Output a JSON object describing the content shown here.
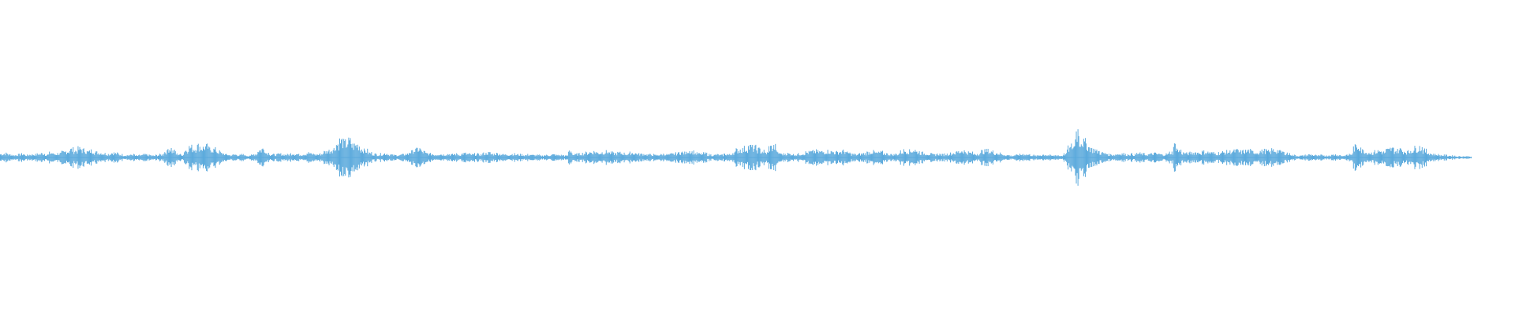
{
  "waveform": {
    "color": "#5aa9dc",
    "peaks": [
      0.06,
      0.07,
      0.05,
      0.04,
      0.05,
      0.06,
      0.04,
      0.05,
      0.05,
      0.06,
      0.07,
      0.05,
      0.08,
      0.06,
      0.07,
      0.09,
      0.11,
      0.14,
      0.12,
      0.15,
      0.13,
      0.1,
      0.12,
      0.09,
      0.08,
      0.07,
      0.06,
      0.08,
      0.07,
      0.05,
      0.04,
      0.04,
      0.05,
      0.03,
      0.04,
      0.05,
      0.04,
      0.03,
      0.04,
      0.05,
      0.1,
      0.16,
      0.11,
      0.06,
      0.05,
      0.13,
      0.18,
      0.16,
      0.2,
      0.17,
      0.19,
      0.15,
      0.14,
      0.1,
      0.07,
      0.05,
      0.04,
      0.05,
      0.04,
      0.05,
      0.03,
      0.04,
      0.06,
      0.13,
      0.15,
      0.08,
      0.05,
      0.05,
      0.06,
      0.05,
      0.05,
      0.07,
      0.06,
      0.05,
      0.06,
      0.08,
      0.06,
      0.05,
      0.06,
      0.1,
      0.12,
      0.15,
      0.24,
      0.29,
      0.25,
      0.28,
      0.21,
      0.22,
      0.15,
      0.12,
      0.08,
      0.06,
      0.05,
      0.06,
      0.07,
      0.05,
      0.04,
      0.04,
      0.05,
      0.06,
      0.1,
      0.13,
      0.15,
      0.1,
      0.07,
      0.06,
      0.05,
      0.06,
      0.05,
      0.06,
      0.05,
      0.06,
      0.05,
      0.07,
      0.06,
      0.05,
      0.06,
      0.05,
      0.07,
      0.08,
      0.06,
      0.07,
      0.06,
      0.05,
      0.05,
      0.06,
      0.05,
      0.05,
      0.04,
      0.05,
      0.04,
      0.04,
      0.03,
      0.04,
      0.04,
      0.05,
      0.04,
      0.04,
      0.03,
      0.12,
      0.05,
      0.06,
      0.07,
      0.08,
      0.09,
      0.1,
      0.08,
      0.09,
      0.1,
      0.08,
      0.07,
      0.08,
      0.07,
      0.06,
      0.08,
      0.07,
      0.06,
      0.06,
      0.05,
      0.05,
      0.04,
      0.05,
      0.06,
      0.05,
      0.06,
      0.07,
      0.09,
      0.08,
      0.12,
      0.1,
      0.07,
      0.06,
      0.07,
      0.05,
      0.04,
      0.05,
      0.04,
      0.06,
      0.05,
      0.09,
      0.13,
      0.14,
      0.16,
      0.19,
      0.17,
      0.14,
      0.11,
      0.08,
      0.18,
      0.19,
      0.08,
      0.06,
      0.07,
      0.06,
      0.05,
      0.06,
      0.07,
      0.09,
      0.1,
      0.11,
      0.1,
      0.1,
      0.11,
      0.1,
      0.09,
      0.1,
      0.11,
      0.08,
      0.06,
      0.05,
      0.06,
      0.07,
      0.09,
      0.1,
      0.08,
      0.09,
      0.07,
      0.06,
      0.05,
      0.06,
      0.1,
      0.12,
      0.11,
      0.13,
      0.1,
      0.08,
      0.07,
      0.06,
      0.05,
      0.06,
      0.05,
      0.06,
      0.07,
      0.08,
      0.1,
      0.12,
      0.09,
      0.08,
      0.06,
      0.07,
      0.11,
      0.12,
      0.1,
      0.08,
      0.07,
      0.05,
      0.04,
      0.03,
      0.04,
      0.05,
      0.06,
      0.05,
      0.04,
      0.03,
      0.04,
      0.05,
      0.04,
      0.03,
      0.04,
      0.03,
      0.06,
      0.16,
      0.2,
      0.48,
      0.3,
      0.26,
      0.18,
      0.14,
      0.11,
      0.08,
      0.07,
      0.05,
      0.05,
      0.06,
      0.07,
      0.05,
      0.06,
      0.05,
      0.07,
      0.06,
      0.05,
      0.06,
      0.07,
      0.06,
      0.05,
      0.06,
      0.09,
      0.21,
      0.12,
      0.08,
      0.07,
      0.08,
      0.09,
      0.08,
      0.1,
      0.09,
      0.08,
      0.07,
      0.08,
      0.09,
      0.1,
      0.11,
      0.12,
      0.1,
      0.11,
      0.12,
      0.1,
      0.09,
      0.11,
      0.12,
      0.1,
      0.13,
      0.12,
      0.1,
      0.08,
      0.06,
      0.04,
      0.03,
      0.03,
      0.04,
      0.05,
      0.04,
      0.03,
      0.04,
      0.03,
      0.04,
      0.05,
      0.04,
      0.03,
      0.04,
      0.06,
      0.18,
      0.2,
      0.12,
      0.09,
      0.08,
      0.1,
      0.11,
      0.09,
      0.13,
      0.15,
      0.12,
      0.14,
      0.11,
      0.1,
      0.13,
      0.16,
      0.18,
      0.12,
      0.08,
      0.06,
      0.05,
      0.04,
      0.04,
      0.03,
      0.03,
      0.02,
      0.02,
      0.02,
      0.02
    ]
  }
}
